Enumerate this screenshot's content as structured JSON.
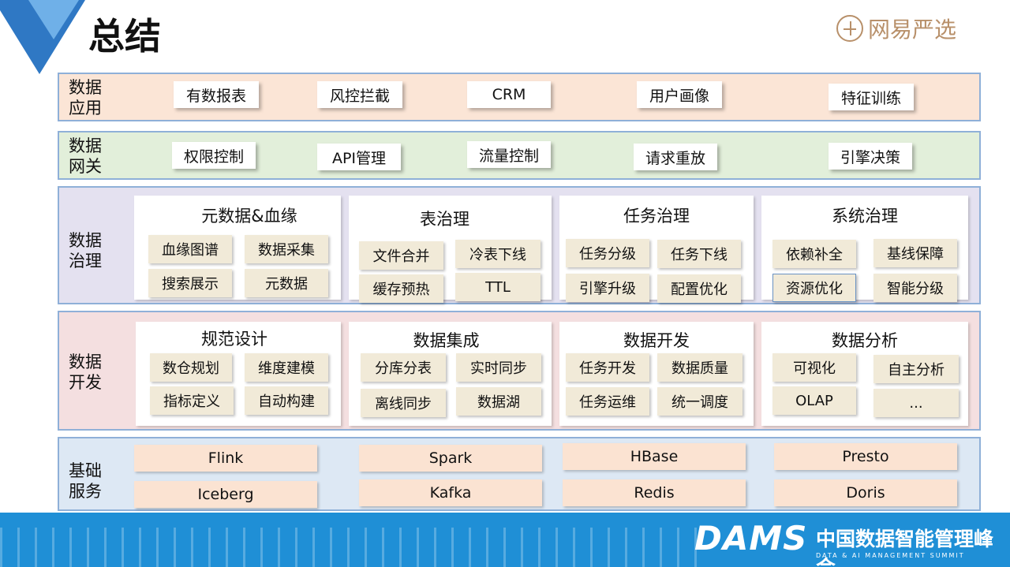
{
  "header": {
    "title": "总结",
    "logo_text": "网易严选"
  },
  "layers": {
    "app": {
      "label1": "数据",
      "label2": "应用",
      "chips": [
        "有数报表",
        "风控拦截",
        "CRM",
        "用户画像",
        "特征训练"
      ]
    },
    "gateway": {
      "label1": "数据",
      "label2": "网关",
      "chips": [
        "权限控制",
        "API管理",
        "流量控制",
        "请求重放",
        "引擎决策"
      ]
    },
    "governance": {
      "label1": "数据",
      "label2": "治理",
      "panels": [
        {
          "title": "元数据&血缘",
          "tags": [
            "血缘图谱",
            "数据采集",
            "搜索展示",
            "元数据"
          ]
        },
        {
          "title": "表治理",
          "tags": [
            "文件合并",
            "冷表下线",
            "缓存预热",
            "TTL"
          ]
        },
        {
          "title": "任务治理",
          "tags": [
            "任务分级",
            "任务下线",
            "引擎升级",
            "配置优化"
          ]
        },
        {
          "title": "系统治理",
          "tags": [
            "依赖补全",
            "基线保障",
            "资源优化",
            "智能分级"
          ]
        }
      ]
    },
    "development": {
      "label1": "数据",
      "label2": "开发",
      "panels": [
        {
          "title": "规范设计",
          "tags": [
            "数仓规划",
            "维度建模",
            "指标定义",
            "自动构建"
          ]
        },
        {
          "title": "数据集成",
          "tags": [
            "分库分表",
            "实时同步",
            "离线同步",
            "数据湖"
          ]
        },
        {
          "title": "数据开发",
          "tags": [
            "任务开发",
            "数据质量",
            "任务运维",
            "统一调度"
          ]
        },
        {
          "title": "数据分析",
          "tags": [
            "可视化",
            "自主分析",
            "OLAP",
            "..."
          ]
        }
      ]
    },
    "infra": {
      "label1": "基础",
      "label2": "服务",
      "services": [
        "Flink",
        "Spark",
        "HBase",
        "Presto",
        "Iceberg",
        "Kafka",
        "Redis",
        "Doris"
      ]
    }
  },
  "footer": {
    "brand": "DAMS",
    "brand_cn": "中国数据智能管理峰会",
    "brand_en": "DATA & AI MANAGEMENT SUMMIT"
  },
  "colors": {
    "app_bg": "#fbe5d6",
    "gateway_bg": "#e2efda",
    "governance_bg": "#e4e1f0",
    "development_bg": "#f4dfe0",
    "infra_bg": "#dde8f4",
    "footer_bg": "#1f8fd6"
  }
}
